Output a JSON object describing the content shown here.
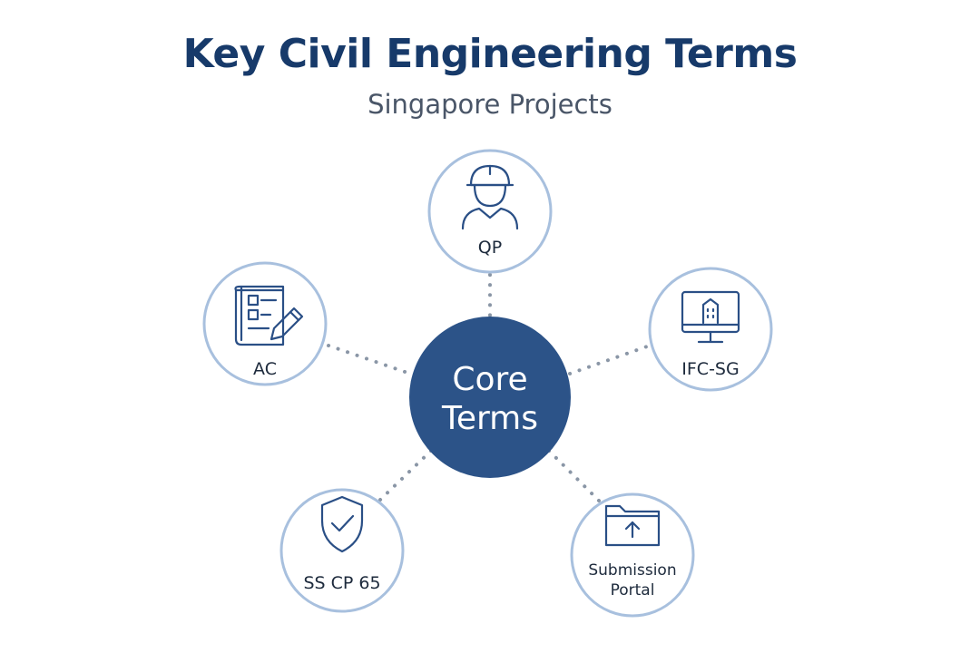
{
  "title": "Key Civil Engineering Terms",
  "subtitle": "Singapore Projects",
  "core": {
    "label_line1": "Core",
    "label_line2": "Terms"
  },
  "nodes": {
    "qp": {
      "label": "QP",
      "icon": "construction-worker-icon"
    },
    "ac": {
      "label": "AC",
      "icon": "blueprint-pencil-icon"
    },
    "ifc_sg": {
      "label": "IFC-SG",
      "icon": "computer-building-icon"
    },
    "ss_cp_65": {
      "label": "SS CP 65",
      "icon": "shield-check-icon"
    },
    "submission_portal": {
      "label_line1": "Submission",
      "label_line2": "Portal",
      "icon": "folder-upload-icon"
    }
  },
  "colors": {
    "title": "#173a6a",
    "core_fill": "#2c5388",
    "node_border": "#a8c0de",
    "icon": "#2a4f86",
    "connector": "#8a96a6"
  }
}
